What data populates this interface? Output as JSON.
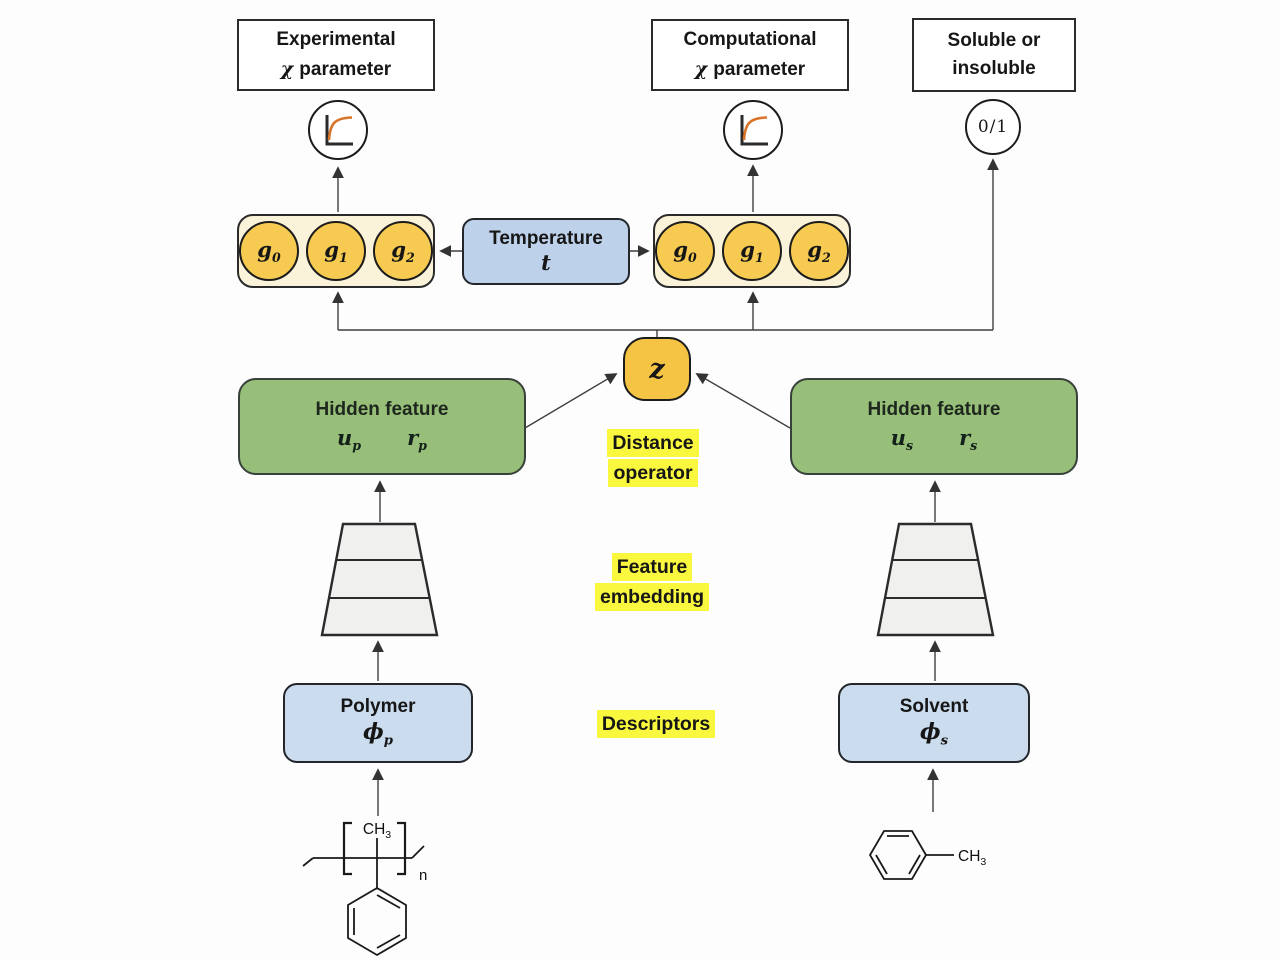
{
  "colors": {
    "gold_node": "#F7CA52",
    "cream_panel": "#FAF3D9",
    "blue_panel": "#BDD1EA",
    "blue_input_panel": "#CBDCEE",
    "green_panel": "#97BF79",
    "highlight_yellow": "#F9F83E",
    "curve_accent_orange": "#D9742B",
    "connector_line": "#3f3f3f",
    "background": "#FDFDFD"
  },
  "top_outputs": [
    {
      "line1": "Experimental",
      "chi": "χ",
      "line2": "parameter",
      "indicator": "curve-plot"
    },
    {
      "line1": "Computational",
      "chi": "χ",
      "line2": "parameter",
      "indicator": "curve-plot"
    },
    {
      "line1": "Soluble or",
      "line2": "insoluble",
      "indicator": "0/1"
    }
  ],
  "g_outputs": {
    "nodes": [
      {
        "base": "g",
        "sub": "0"
      },
      {
        "base": "g",
        "sub": "1"
      },
      {
        "base": "g",
        "sub": "2"
      }
    ]
  },
  "temperature": {
    "label": "Temperature",
    "symbol": "t"
  },
  "z_node": {
    "symbol": "z"
  },
  "hidden_features": {
    "polymer": {
      "title": "Hidden feature",
      "sym1_base": "u",
      "sym1_sub": "p",
      "sym2_base": "r",
      "sym2_sub": "p"
    },
    "solvent": {
      "title": "Hidden feature",
      "sym1_base": "u",
      "sym1_sub": "s",
      "sym2_base": "r",
      "sym2_sub": "s"
    }
  },
  "stage_labels": {
    "distance_operator": [
      "Distance",
      "operator"
    ],
    "feature_embedding": [
      "Feature",
      "embedding"
    ],
    "descriptors": [
      "Descriptors"
    ]
  },
  "descriptor_inputs": {
    "polymer": {
      "label": "Polymer",
      "symbol_base": "ϕ",
      "symbol_sub": "p"
    },
    "solvent": {
      "label": "Solvent",
      "symbol_base": "ϕ",
      "symbol_sub": "s"
    }
  },
  "molecules": {
    "polymer": {
      "group_base": "CH",
      "group_sub": "3",
      "repeat_label": "n"
    },
    "solvent": {
      "group_base": "CH",
      "group_sub": "3"
    }
  }
}
